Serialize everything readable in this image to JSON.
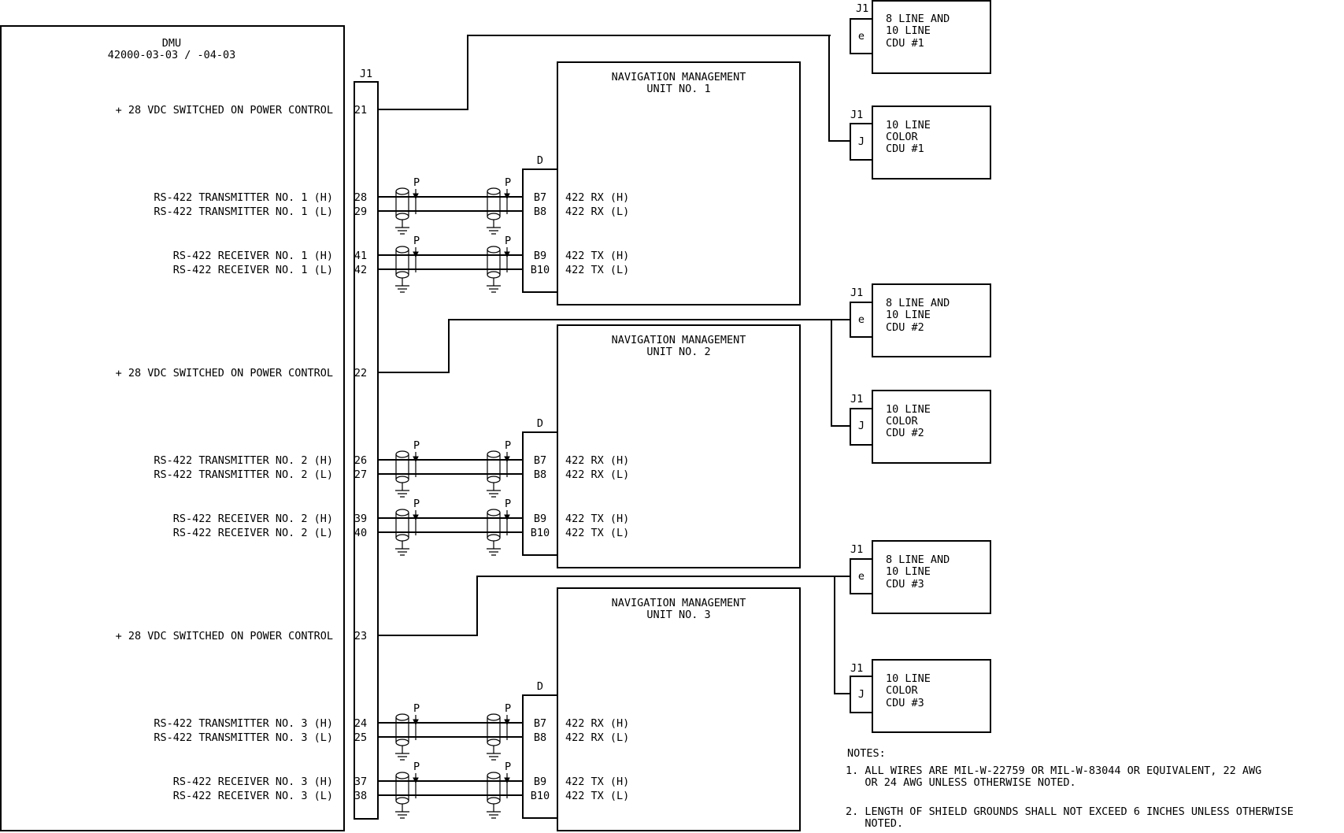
{
  "dmu": {
    "title": "DMU",
    "part_number": "42000-03-03 / -04-03",
    "connector": "J1",
    "groups": [
      {
        "power": {
          "label": "+ 28 VDC SWITCHED ON POWER CONTROL",
          "pin": "21"
        },
        "signals": [
          {
            "label": "RS-422 TRANSMITTER NO. 1 (H)",
            "pin": "28",
            "dest_pin": "B7",
            "dest_label": "422 RX (H)"
          },
          {
            "label": "RS-422 TRANSMITTER NO. 1 (L)",
            "pin": "29",
            "dest_pin": "B8",
            "dest_label": "422 RX (L)"
          },
          {
            "label": "RS-422 RECEIVER NO. 1 (H)",
            "pin": "41",
            "dest_pin": "B9",
            "dest_label": "422 TX (H)"
          },
          {
            "label": "RS-422 RECEIVER NO. 1 (L)",
            "pin": "42",
            "dest_pin": "B10",
            "dest_label": "422 TX (L)"
          }
        ]
      },
      {
        "power": {
          "label": "+ 28 VDC SWITCHED ON POWER CONTROL",
          "pin": "22"
        },
        "signals": [
          {
            "label": "RS-422 TRANSMITTER NO. 2 (H)",
            "pin": "26",
            "dest_pin": "B7",
            "dest_label": "422 RX (H)"
          },
          {
            "label": "RS-422 TRANSMITTER NO. 2 (L)",
            "pin": "27",
            "dest_pin": "B8",
            "dest_label": "422 RX (L)"
          },
          {
            "label": "RS-422 RECEIVER NO. 2 (H)",
            "pin": "39",
            "dest_pin": "B9",
            "dest_label": "422 TX (H)"
          },
          {
            "label": "RS-422 RECEIVER NO. 2 (L)",
            "pin": "40",
            "dest_pin": "B10",
            "dest_label": "422 TX (L)"
          }
        ]
      },
      {
        "power": {
          "label": "+ 28 VDC SWITCHED ON POWER CONTROL",
          "pin": "23"
        },
        "signals": [
          {
            "label": "RS-422 TRANSMITTER NO. 3 (H)",
            "pin": "24",
            "dest_pin": "B7",
            "dest_label": "422 RX (H)"
          },
          {
            "label": "RS-422 TRANSMITTER NO. 3 (L)",
            "pin": "25",
            "dest_pin": "B8",
            "dest_label": "422 RX (L)"
          },
          {
            "label": "RS-422 RECEIVER NO. 3 (H)",
            "pin": "37",
            "dest_pin": "B9",
            "dest_label": "422 TX (H)"
          },
          {
            "label": "RS-422 RECEIVER NO. 3 (L)",
            "pin": "38",
            "dest_pin": "B10",
            "dest_label": "422 TX (L)"
          }
        ]
      }
    ]
  },
  "nmus": [
    {
      "title": "NAVIGATION MANAGEMENT",
      "subtitle": "UNIT NO. 1",
      "connector": "D"
    },
    {
      "title": "NAVIGATION  MANAGEMENT",
      "subtitle": "UNIT NO. 2",
      "connector": "D"
    },
    {
      "title": "NAVIGATION  MANAGEMENT",
      "subtitle": "UNIT NO. 3",
      "connector": "D"
    }
  ],
  "shield_marker": "P",
  "cdus": [
    {
      "connector": "J1",
      "pin": "e",
      "lines": [
        "8 LINE AND",
        "10 LINE",
        "CDU #1"
      ]
    },
    {
      "connector": "J1",
      "pin": "J",
      "lines": [
        "10 LINE",
        "COLOR",
        "CDU #1"
      ]
    },
    {
      "connector": "J1",
      "pin": "e",
      "lines": [
        "8 LINE AND",
        "10 LINE",
        "CDU #2"
      ]
    },
    {
      "connector": "J1",
      "pin": "J",
      "lines": [
        "10 LINE",
        "COLOR",
        "CDU #2"
      ]
    },
    {
      "connector": "J1",
      "pin": "e",
      "lines": [
        "8 LINE AND",
        "10 LINE",
        "CDU #3"
      ]
    },
    {
      "connector": "J1",
      "pin": "J",
      "lines": [
        "10 LINE",
        "COLOR",
        "CDU #3"
      ]
    }
  ],
  "notes": {
    "heading": "NOTES:",
    "items": [
      [
        "1. ALL WIRES ARE MIL-W-22759 OR MIL-W-83044 OR EQUIVALENT, 22 AWG",
        "   OR 24 AWG UNLESS OTHERWISE NOTED."
      ],
      [
        "2. LENGTH OF SHIELD GROUNDS SHALL NOT EXCEED 6 INCHES UNLESS OTHERWISE",
        "   NOTED."
      ]
    ]
  }
}
